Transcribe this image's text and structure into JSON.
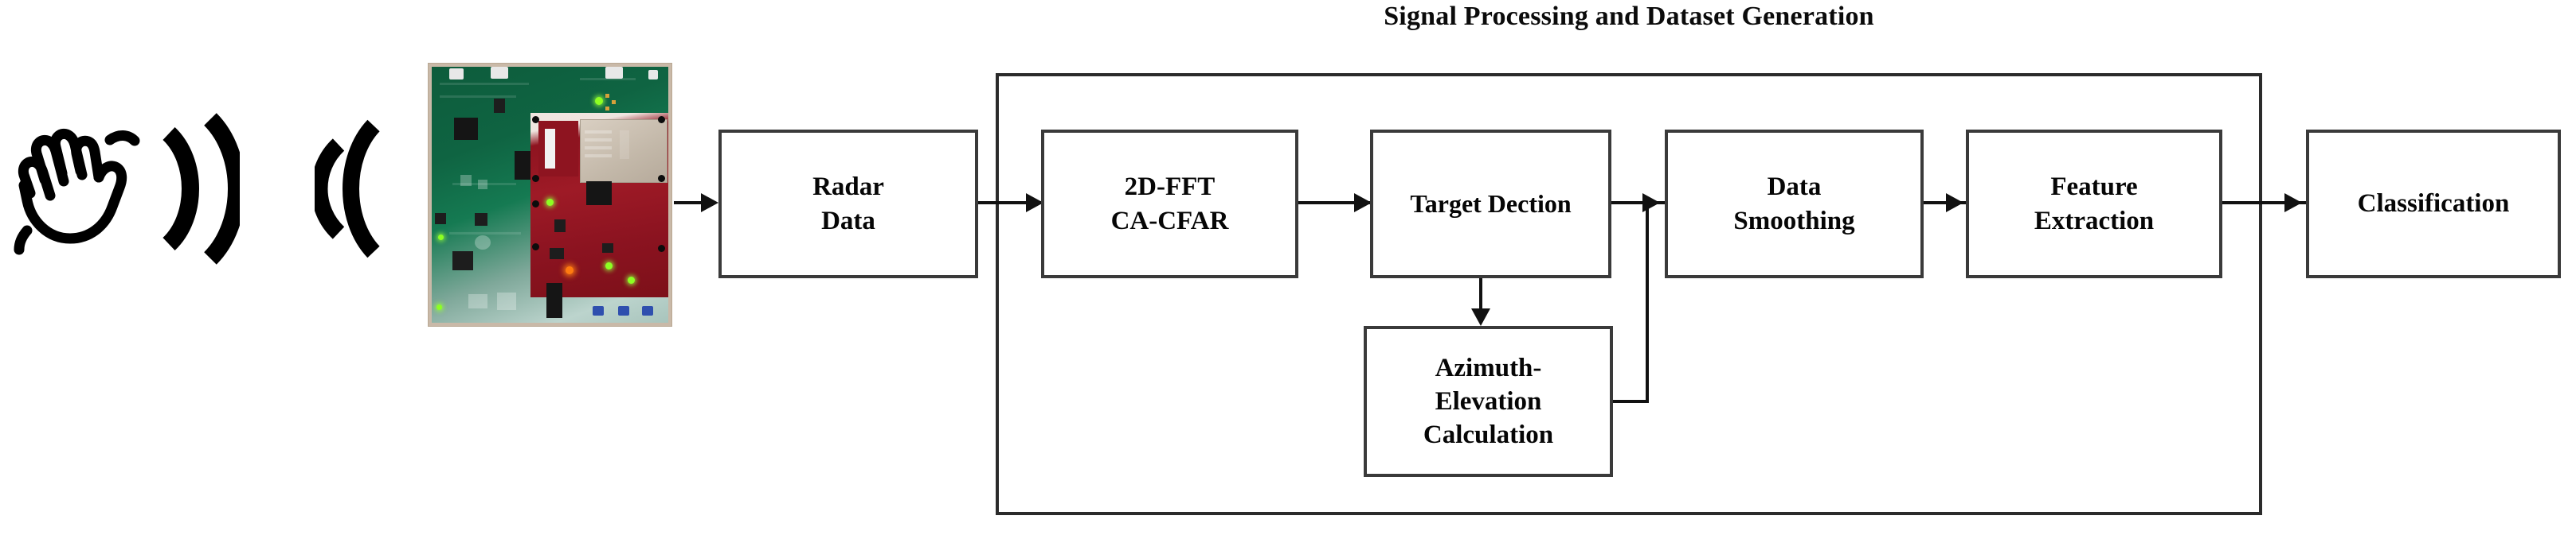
{
  "diagram": {
    "title": "Signal Processing and Dataset Generation",
    "boxes": {
      "radar_data": "Radar\nData",
      "fft_cfar": "2D-FFT\nCA-CFAR",
      "target_detection": "Target Dection",
      "data_smoothing": "Data\nSmoothing",
      "feature_extraction": "Feature\nExtraction",
      "classification": "Classification",
      "azimuth_elevation": "Azimuth-\nElevation\nCalculation"
    },
    "icons": {
      "hand": "waving-hand-icon",
      "wave_out": "radio-wave-right-icon",
      "wave_in": "radio-wave-left-icon",
      "radar_board": "radar-sensor-board-photo"
    },
    "colors": {
      "stroke": "#111111",
      "box_border": "#3a3a3a",
      "group_border": "#2b2b2b",
      "text": "#060606",
      "background": "#ffffff",
      "pcb_green": "#0f6442",
      "pcb_red": "#8e1420",
      "led_green": "#8dff22",
      "led_orange": "#ff7a10"
    }
  }
}
